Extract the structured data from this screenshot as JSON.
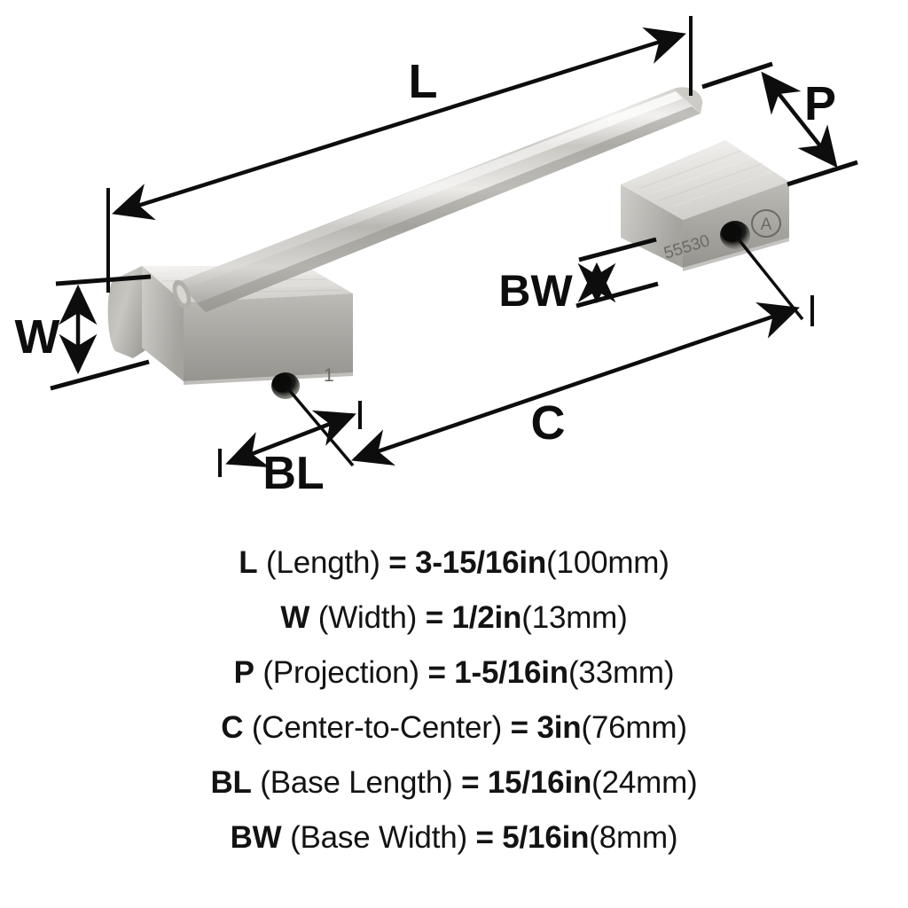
{
  "product": {
    "engraving_part_number": "55530",
    "engraving_left_base": "1",
    "engraving_brand_mark": "A"
  },
  "diagram": {
    "labels": {
      "length": "L",
      "width": "W",
      "projection": "P",
      "center_to_center": "C",
      "base_length": "BL",
      "base_width": "BW"
    }
  },
  "specs": [
    {
      "key": "L",
      "name": "(Length)",
      "eq": "=",
      "imperial": "3-15/16in",
      "metric": "(100mm)"
    },
    {
      "key": "W",
      "name": "(Width)",
      "eq": "=",
      "imperial": "1/2in",
      "metric": "(13mm)"
    },
    {
      "key": "P",
      "name": "(Projection)",
      "eq": "=",
      "imperial": "1-5/16in",
      "metric": "(33mm)"
    },
    {
      "key": "C",
      "name": "(Center-to-Center)",
      "eq": "=",
      "imperial": "3in",
      "metric": "(76mm)"
    },
    {
      "key": "BL",
      "name": "(Base Length)",
      "eq": "=",
      "imperial": "15/16in",
      "metric": "(24mm)"
    },
    {
      "key": "BW",
      "name": "(Base Width)",
      "eq": "=",
      "imperial": "5/16in",
      "metric": "(8mm)"
    }
  ],
  "colors": {
    "line": "#0d0d0d",
    "metal_top": "#e9e9e7",
    "metal_front": "#a9a7a3",
    "metal_end": "#b6b4af",
    "engraving": "#6e6a61",
    "background": "#ffffff"
  }
}
